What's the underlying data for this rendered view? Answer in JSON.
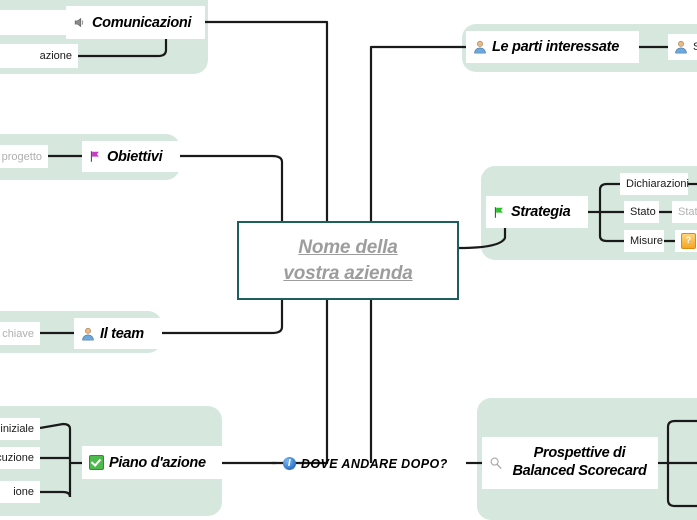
{
  "document": {
    "title": "Nome della vostra azienda",
    "type": "mind-map"
  },
  "colors": {
    "region_fill": "#d6e8dd",
    "central_border": "#1c5f5e",
    "central_text": "#9d9d9d",
    "connector": "#1a1a1a",
    "faded_text": "#b0b0b0",
    "flag_green": "#2fbf2f",
    "flag_purple": "#c23ec2",
    "check_green": "#4cbb4c",
    "info_blue": "#2f74c8",
    "marker_orange": "#f5a623"
  },
  "central_topic": {
    "line1": "Nome della ",
    "line2": "vostra azienda"
  },
  "branches": {
    "comunicazioni": {
      "label": "Comunicazioni",
      "icon": "speaker-icon",
      "children": [
        {
          "label": "",
          "clipped": true
        },
        {
          "label": "azione",
          "clipped": true
        }
      ]
    },
    "parti_interessate": {
      "label": "Le parti interessate",
      "icon": "person-icon",
      "children": [
        {
          "label": "S",
          "icon": "person-icon",
          "clipped": true
        }
      ]
    },
    "obiettivi": {
      "label": "Obiettivi",
      "icon": "flag-purple-icon",
      "children": [
        {
          "label": "l progetto",
          "clipped": true
        }
      ]
    },
    "strategia": {
      "label": "Strategia",
      "icon": "flag-green-icon",
      "children": [
        {
          "label": "Dichiarazioni",
          "clipped": false,
          "grandchild": ""
        },
        {
          "label": "Stato",
          "clipped": false,
          "grandchild": "Stat"
        },
        {
          "label": "Misure",
          "clipped": false,
          "grandchild": "",
          "grandchild_icon": "marker-orange-icon"
        }
      ]
    },
    "il_team": {
      "label": "Il team",
      "icon": "person-icon",
      "children": [
        {
          "label": "li chiave",
          "clipped": true
        }
      ]
    },
    "piano_dazione": {
      "label": "Piano d'azione",
      "icon": "check-icon",
      "children": [
        {
          "label": "ase iniziale",
          "clipped": true
        },
        {
          "label": "secuzione",
          "clipped": true
        },
        {
          "label": "ione",
          "clipped": true
        }
      ]
    },
    "dove_andare_dopo": {
      "label": "DOVE ANDARE DOPO?",
      "icon": "info-icon",
      "children": []
    },
    "balanced_scorecard": {
      "label_line1": "Prospettive di",
      "label_line2": "Balanced Scorecard",
      "icon": "magnifier-icon",
      "children": [
        {
          "label": "",
          "clipped": true
        },
        {
          "label": "",
          "clipped": true
        },
        {
          "label": "",
          "clipped": true
        }
      ]
    }
  }
}
